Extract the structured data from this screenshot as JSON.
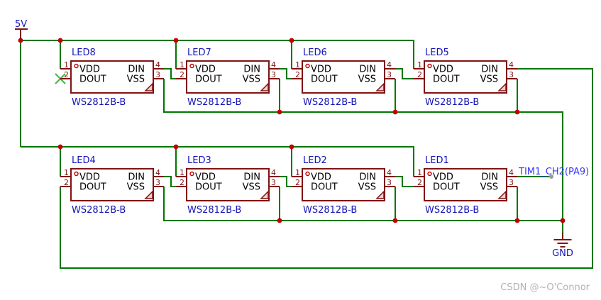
{
  "schematic": {
    "power_label": "5V",
    "ground_label": "GND",
    "net_label": "TIM1_CH2(PA9)",
    "watermark": "CSDN @~O'Connor"
  },
  "pin_numbers": [
    "1",
    "2",
    "3",
    "4"
  ],
  "pin_names": {
    "p1": "VDD",
    "p2": "DOUT",
    "p3": "VSS",
    "p4": "DIN"
  },
  "chips": [
    {
      "ref": "LED8",
      "value": "WS2812B-B"
    },
    {
      "ref": "LED7",
      "value": "WS2812B-B"
    },
    {
      "ref": "LED6",
      "value": "WS2812B-B"
    },
    {
      "ref": "LED5",
      "value": "WS2812B-B"
    },
    {
      "ref": "LED4",
      "value": "WS2812B-B"
    },
    {
      "ref": "LED3",
      "value": "WS2812B-B"
    },
    {
      "ref": "LED2",
      "value": "WS2812B-B"
    },
    {
      "ref": "LED1",
      "value": "WS2812B-B"
    }
  ],
  "colors": {
    "wire": "#007700",
    "symbol": "#801313",
    "junction": "#c40000",
    "black": "#000000",
    "text_blue": "#1414b8",
    "net_blue": "#3737ff",
    "noconnect": "#3fbf3f",
    "endpoint": "#9a9a9a",
    "watermark": "#b2b2b2",
    "background": "#ffffff"
  }
}
